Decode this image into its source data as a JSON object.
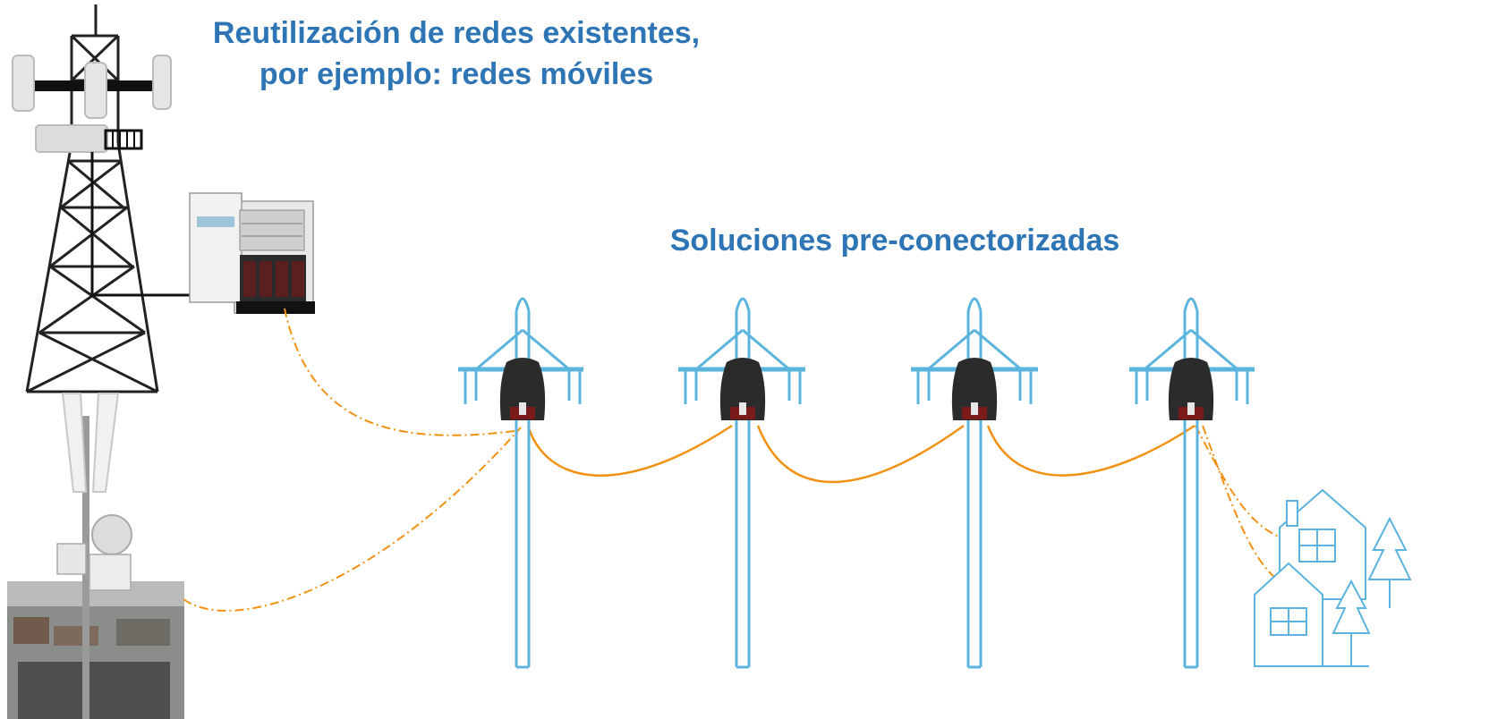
{
  "headings": {
    "reuse_line1": "Reutilización de redes existentes,",
    "reuse_line2": "por ejemplo: redes móviles",
    "preconnectorized": "Soluciones pre-conectorizadas"
  },
  "colors": {
    "heading": "#2E75B6",
    "pole": "#5BB4DD",
    "fiber_solid": "#F29111",
    "fiber_dashed": "#F29111",
    "house": "#5BB4DD",
    "closure": "#2b2b2b",
    "tower": "#222222"
  },
  "icons": [
    "lattice-tower-icon",
    "street-cabinet-icon",
    "rooftop-antenna-mast-icon",
    "utility-pole-icon",
    "fiber-closure-icon",
    "house-icon",
    "tree-icon"
  ]
}
